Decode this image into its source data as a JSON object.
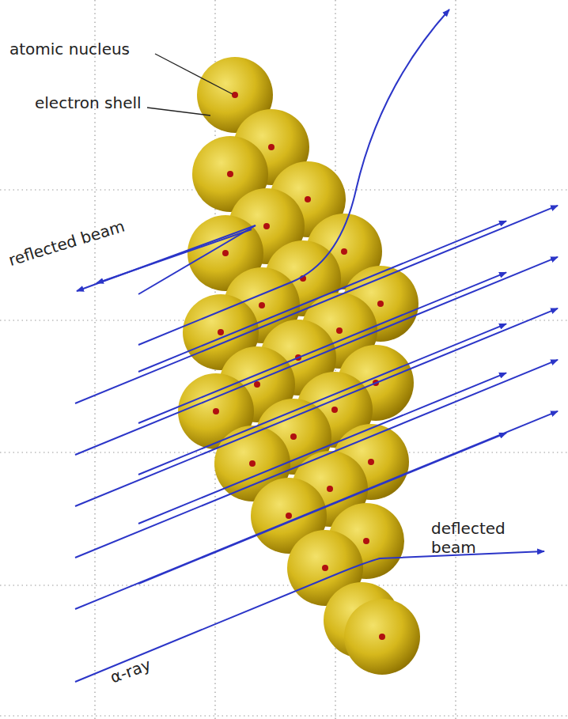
{
  "diagram": {
    "labels": [
      "atomic nucleus",
      "electron shell",
      "reflected beam",
      "deflected beam",
      "α-ray"
    ]
  }
}
